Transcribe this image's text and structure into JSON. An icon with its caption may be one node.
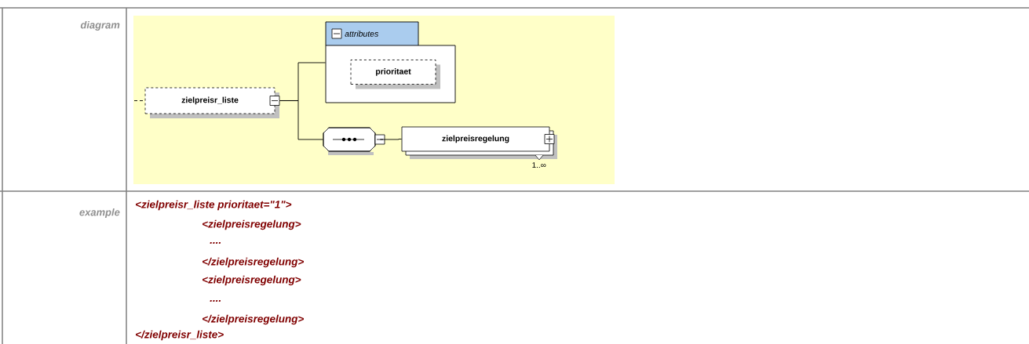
{
  "diagram": {
    "nodes": [
      {
        "text": [
          "zielpreisr_liste"
        ]
      },
      {
        "text": [
          "attributes"
        ]
      },
      {
        "text": [
          "prioritaet"
        ],
        "in": 1
      },
      {
        "text": [],
        "shape": "octagon"
      },
      {
        "text": [
          "zielpreisregelung"
        ],
        "beside": [
          "1..∞"
        ]
      }
    ],
    "edges": [
      {
        "from": null,
        "to": 0,
        "arrow": "none",
        "style": "dashed"
      },
      {
        "from": 0,
        "to": 1,
        "arrow": "none"
      },
      {
        "from": 0,
        "to": 3,
        "arrow": "none"
      },
      {
        "from": 3,
        "to": 4,
        "arrow": "none"
      }
    ],
    "labels": [
      "diagram",
      "example",
      "<zielpreisr_liste prioritaet=\"1\">",
      "<zielpreisregelung>",
      "....",
      "</zielpreisregelung>",
      "<zielpreisregelung>",
      "....",
      "</zielpreisregelung>",
      "</zielpreisr_liste>"
    ]
  }
}
